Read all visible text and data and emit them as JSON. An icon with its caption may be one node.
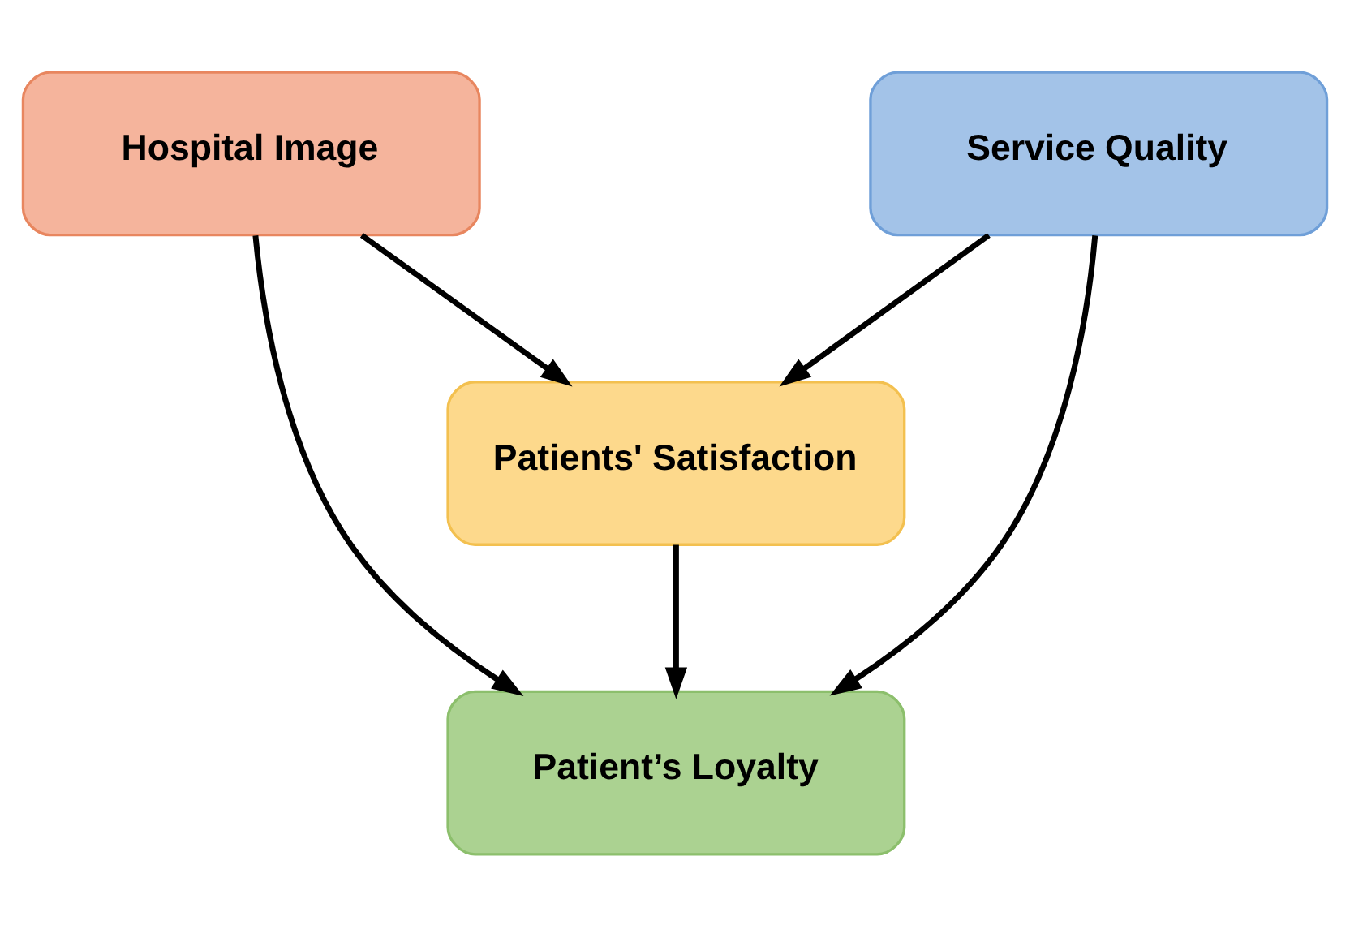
{
  "diagram": {
    "nodes": [
      {
        "text": [
          "Hospital Image"
        ]
      },
      {
        "text": [
          "Service Quality"
        ]
      },
      {
        "text": [
          "Patients' Satisfaction"
        ]
      },
      {
        "text": [
          "Patient’s Loyalty"
        ]
      }
    ],
    "edges": [
      {
        "from": 0,
        "to": 2,
        "arrow": "to"
      },
      {
        "from": 0,
        "to": 3,
        "arrow": "to"
      },
      {
        "from": 1,
        "to": 2,
        "arrow": "to"
      },
      {
        "from": 1,
        "to": 3,
        "arrow": "to"
      },
      {
        "from": 2,
        "to": 3,
        "arrow": "to"
      }
    ]
  }
}
